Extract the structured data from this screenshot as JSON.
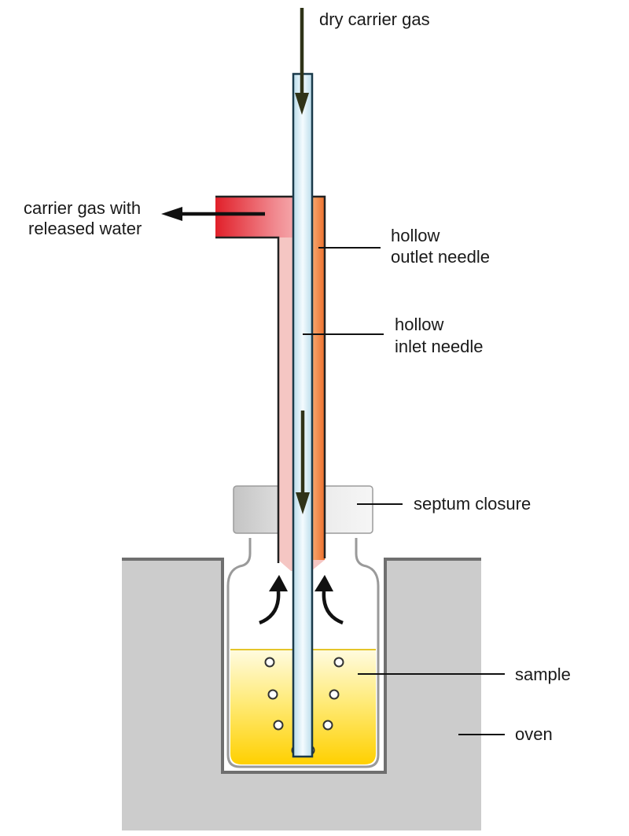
{
  "labels": {
    "dry_carrier_gas": "dry carrier gas",
    "carrier_gas_with_line1": "carrier gas with",
    "carrier_gas_with_line2": "released water",
    "outlet_needle_line1": "hollow",
    "outlet_needle_line2": "outlet needle",
    "inlet_needle_line1": "hollow",
    "inlet_needle_line2": "inlet needle",
    "septum_closure": "septum closure",
    "sample": "sample",
    "oven": "oven"
  },
  "colors": {
    "arrow_gas": "#2f3318",
    "arrow_black": "#111111",
    "oven_fill": "#cccccc",
    "oven_edge": "#6f6f6f",
    "inlet_tube": "#dceff7",
    "outlet_needle": "#f4c0bd",
    "outlet_needle_right": "#ef7e3b",
    "outlet_head": "#e2202a",
    "septum": "#d9d9d9",
    "sample_top": "#fff6c4",
    "sample_bottom": "#ffd21a"
  }
}
